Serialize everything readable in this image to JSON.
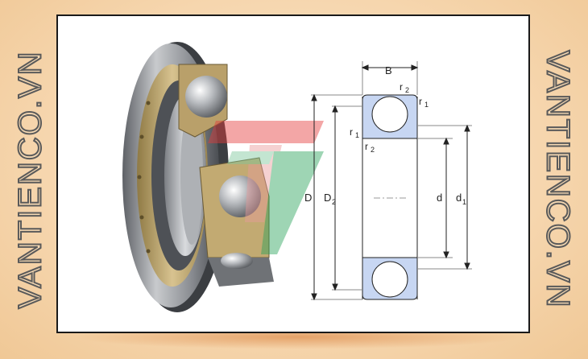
{
  "watermark": {
    "left": "VANTIENCO.VN",
    "right": "VANTIENCO.VN"
  },
  "labels": {
    "B": "B",
    "r2_top": "r",
    "r2_top_sub": "2",
    "r1_top": "r",
    "r1_top_sub": "1",
    "r1_mid": "r",
    "r1_mid_sub": "1",
    "r2_mid": "r",
    "r2_mid_sub": "2",
    "D": "D",
    "D2": "D",
    "D2_sub": "2",
    "d": "d",
    "d1": "d",
    "d1_sub": "1"
  },
  "colors": {
    "section_fill": "#c7d6f2",
    "ring_metal": "#9a9da2",
    "cage_brass": "#c9b27a",
    "logo_red": "#e53b3b",
    "logo_green": "#2aa35a"
  }
}
